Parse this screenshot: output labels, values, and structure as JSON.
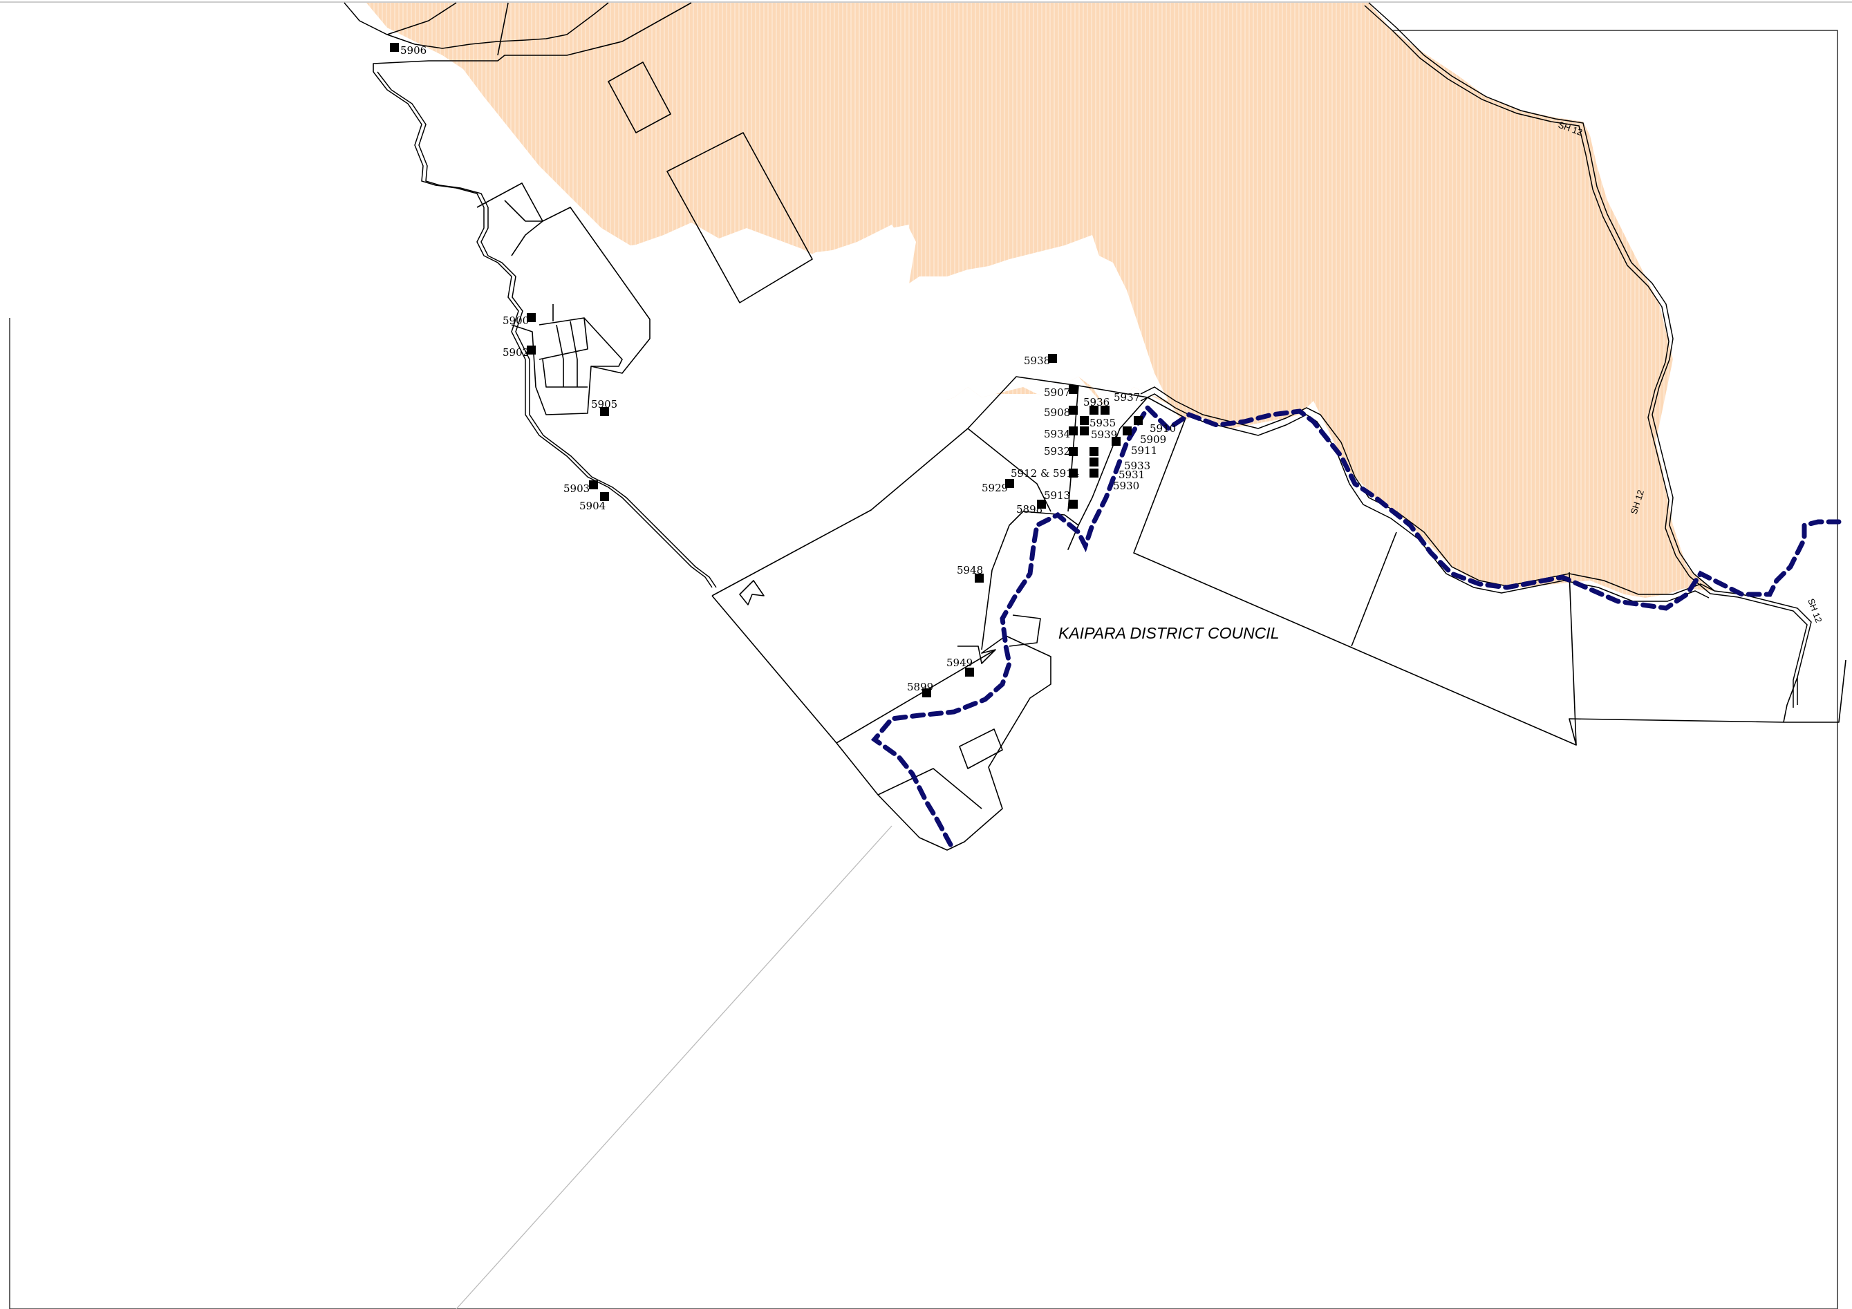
{
  "colors": {
    "zone_fill": "#fcd9b8",
    "boundary": "#0c0c6e",
    "line": "#000000",
    "frame": "#333333"
  },
  "map": {
    "council_label": "KAIPARA DISTRICT COUNCIL",
    "road_labels": [
      "SH 12",
      "SH 12",
      "SH 12"
    ],
    "sites": [
      "5906",
      "5900",
      "5902",
      "5905",
      "5903",
      "5904",
      "5938",
      "5907",
      "5936",
      "5937",
      "5908",
      "5935",
      "5910",
      "5934",
      "5939",
      "5909",
      "5932",
      "5911",
      "5933",
      "5931",
      "5930",
      "5912 & 5914",
      "5929",
      "5913",
      "5898",
      "5948",
      "5949",
      "5899"
    ]
  }
}
